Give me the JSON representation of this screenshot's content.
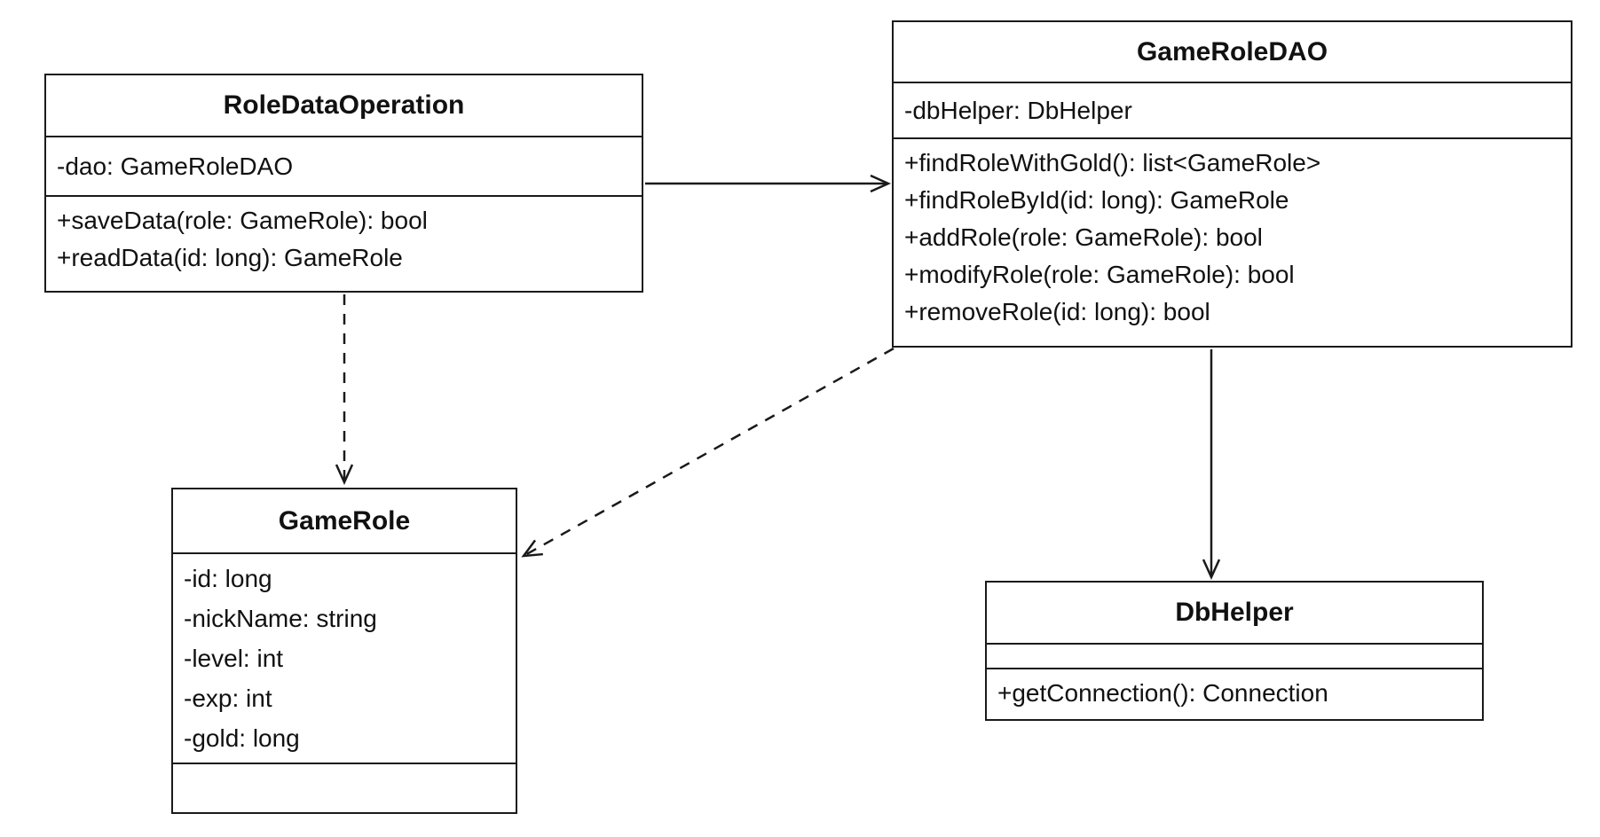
{
  "diagram": {
    "type": "uml-class-diagram",
    "colors": {
      "background": "#ffffff",
      "box_fill": "#ffffff",
      "border": "#1a1a1a",
      "text": "#111111"
    },
    "classes": {
      "roleDataOperation": {
        "name": "RoleDataOperation",
        "attributes": [
          "-dao: GameRoleDAO"
        ],
        "methods": [
          "+saveData(role: GameRole): bool",
          "+readData(id: long): GameRole"
        ]
      },
      "gameRoleDAO": {
        "name": "GameRoleDAO",
        "attributes": [
          "-dbHelper: DbHelper"
        ],
        "methods": [
          "+findRoleWithGold(): list<GameRole>",
          "+findRoleById(id: long): GameRole",
          "+addRole(role: GameRole): bool",
          "+modifyRole(role: GameRole): bool",
          "+removeRole(id: long): bool"
        ]
      },
      "gameRole": {
        "name": "GameRole",
        "attributes": [
          "-id: long",
          "-nickName: string",
          "-level: int",
          "-exp: int",
          "-gold: long"
        ],
        "methods": []
      },
      "dbHelper": {
        "name": "DbHelper",
        "attributes": [],
        "methods": [
          "+getConnection(): Connection"
        ]
      }
    },
    "relationships": [
      {
        "from": "RoleDataOperation",
        "to": "GameRoleDAO",
        "line": "solid",
        "type": "association",
        "arrowhead": "open"
      },
      {
        "from": "RoleDataOperation",
        "to": "GameRole",
        "line": "dashed",
        "type": "dependency",
        "arrowhead": "open"
      },
      {
        "from": "GameRoleDAO",
        "to": "GameRole",
        "line": "dashed",
        "type": "dependency",
        "arrowhead": "open"
      },
      {
        "from": "GameRoleDAO",
        "to": "DbHelper",
        "line": "solid",
        "type": "association",
        "arrowhead": "open"
      }
    ]
  }
}
